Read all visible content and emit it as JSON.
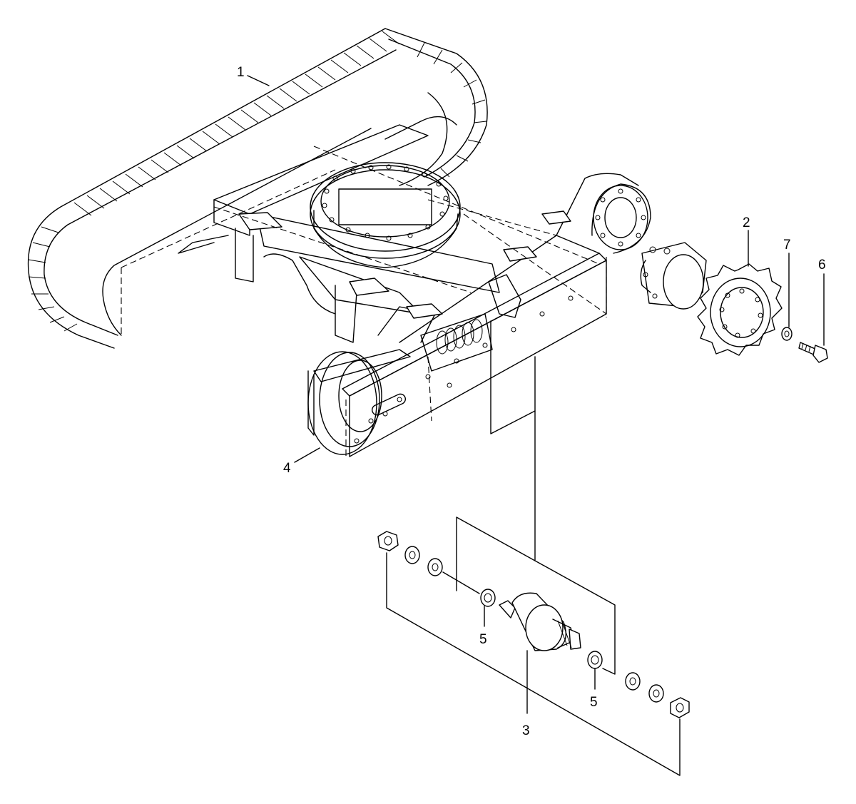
{
  "diagram": {
    "callouts": [
      {
        "id": "1",
        "label": "1"
      },
      {
        "id": "2",
        "label": "2"
      },
      {
        "id": "3",
        "label": "3"
      },
      {
        "id": "4",
        "label": "4"
      },
      {
        "id": "5a",
        "label": "5"
      },
      {
        "id": "5b",
        "label": "5"
      },
      {
        "id": "6",
        "label": "6"
      },
      {
        "id": "7",
        "label": "7"
      }
    ]
  },
  "colors": {
    "line": "#000000",
    "background": "#ffffff"
  }
}
